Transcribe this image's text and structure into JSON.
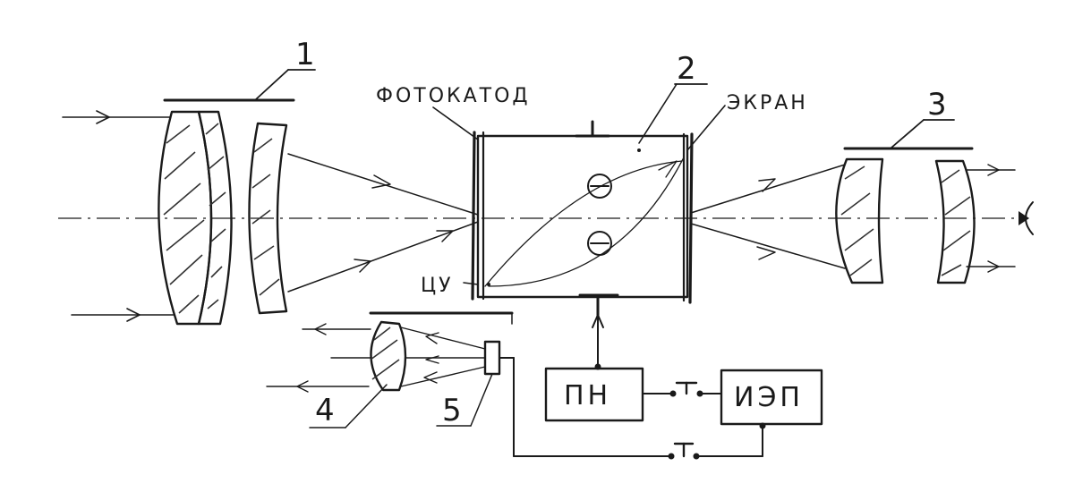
{
  "labels": {
    "objective_number": "1",
    "converter_number": "2",
    "eyepiece_number": "3",
    "illuminator_lens_number": "4",
    "light_source_number": "5",
    "photocathode": "ФОТОКАТОД",
    "screen": "ЭКРАН",
    "control_electrode": "ЦУ",
    "voltage_converter": "ПН",
    "power_source": "ИЭП"
  }
}
